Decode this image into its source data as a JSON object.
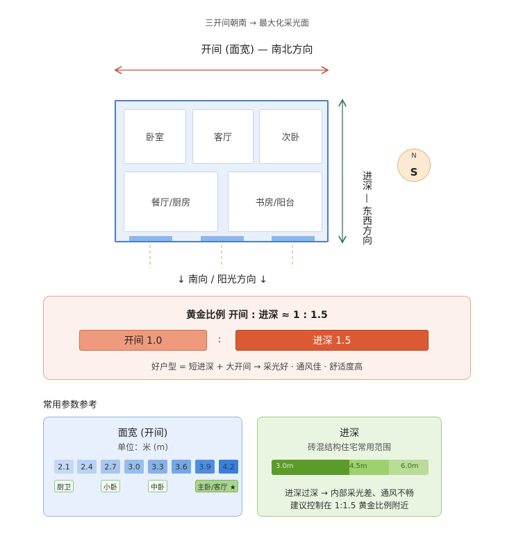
{
  "header": {
    "subtitle": "三开间朝南 → 最大化采光面",
    "title": "开间 (面宽) — 南北方向"
  },
  "rooms": [
    {
      "label": "卧室"
    },
    {
      "label": "客厅"
    },
    {
      "label": "次卧"
    },
    {
      "label": "餐厅/厨房"
    },
    {
      "label": "书房/阳台"
    }
  ],
  "compass": {
    "north": "N",
    "south": "S"
  },
  "labels": {
    "depth_direction": "进深 — 东西方向",
    "sun_direction": "↓ 南向 / 阳光方向 ↓"
  },
  "ratio": {
    "title": "黄金比例 开间 : 进深 ≈ 1 : 1.5",
    "open_label": "开间 1.0",
    "colon": ":",
    "depth_label": "进深 1.5",
    "open_value": 1.0,
    "depth_value": 1.5,
    "note": "好户型 = 短进深 + 大开间 → 采光好 · 通风佳 · 舒适度高"
  },
  "section_title": "常用参数参考",
  "width_panel": {
    "title": "面宽 (开间)",
    "unit": "单位：米 (m)",
    "values": [
      "2.1",
      "2.4",
      "2.7",
      "3.0",
      "3.3",
      "3.6",
      "3.9",
      "4.2"
    ],
    "tags": [
      "厨卫",
      "小卧",
      "中卧",
      "主卧/客厅 ★"
    ]
  },
  "depth_panel": {
    "title": "进深",
    "subtitle": "砖混结构住宅常用范围",
    "range_labels": [
      "3.0m",
      "4.5m",
      "6.0m"
    ],
    "range_values": [
      3.0,
      4.5,
      6.0
    ],
    "note1": "进深过深 → 内部采光差、通风不畅",
    "note2": "建议控制在 1:1.5 黄金比例附近"
  },
  "colors": {
    "house_border": "#4a7ec6",
    "arrow_width": "#c0553a",
    "arrow_depth": "#2e7d4f",
    "sun_dash": "#f0a95e",
    "ratio_open": "#ef9a7c",
    "ratio_depth": "#dc5a33"
  }
}
